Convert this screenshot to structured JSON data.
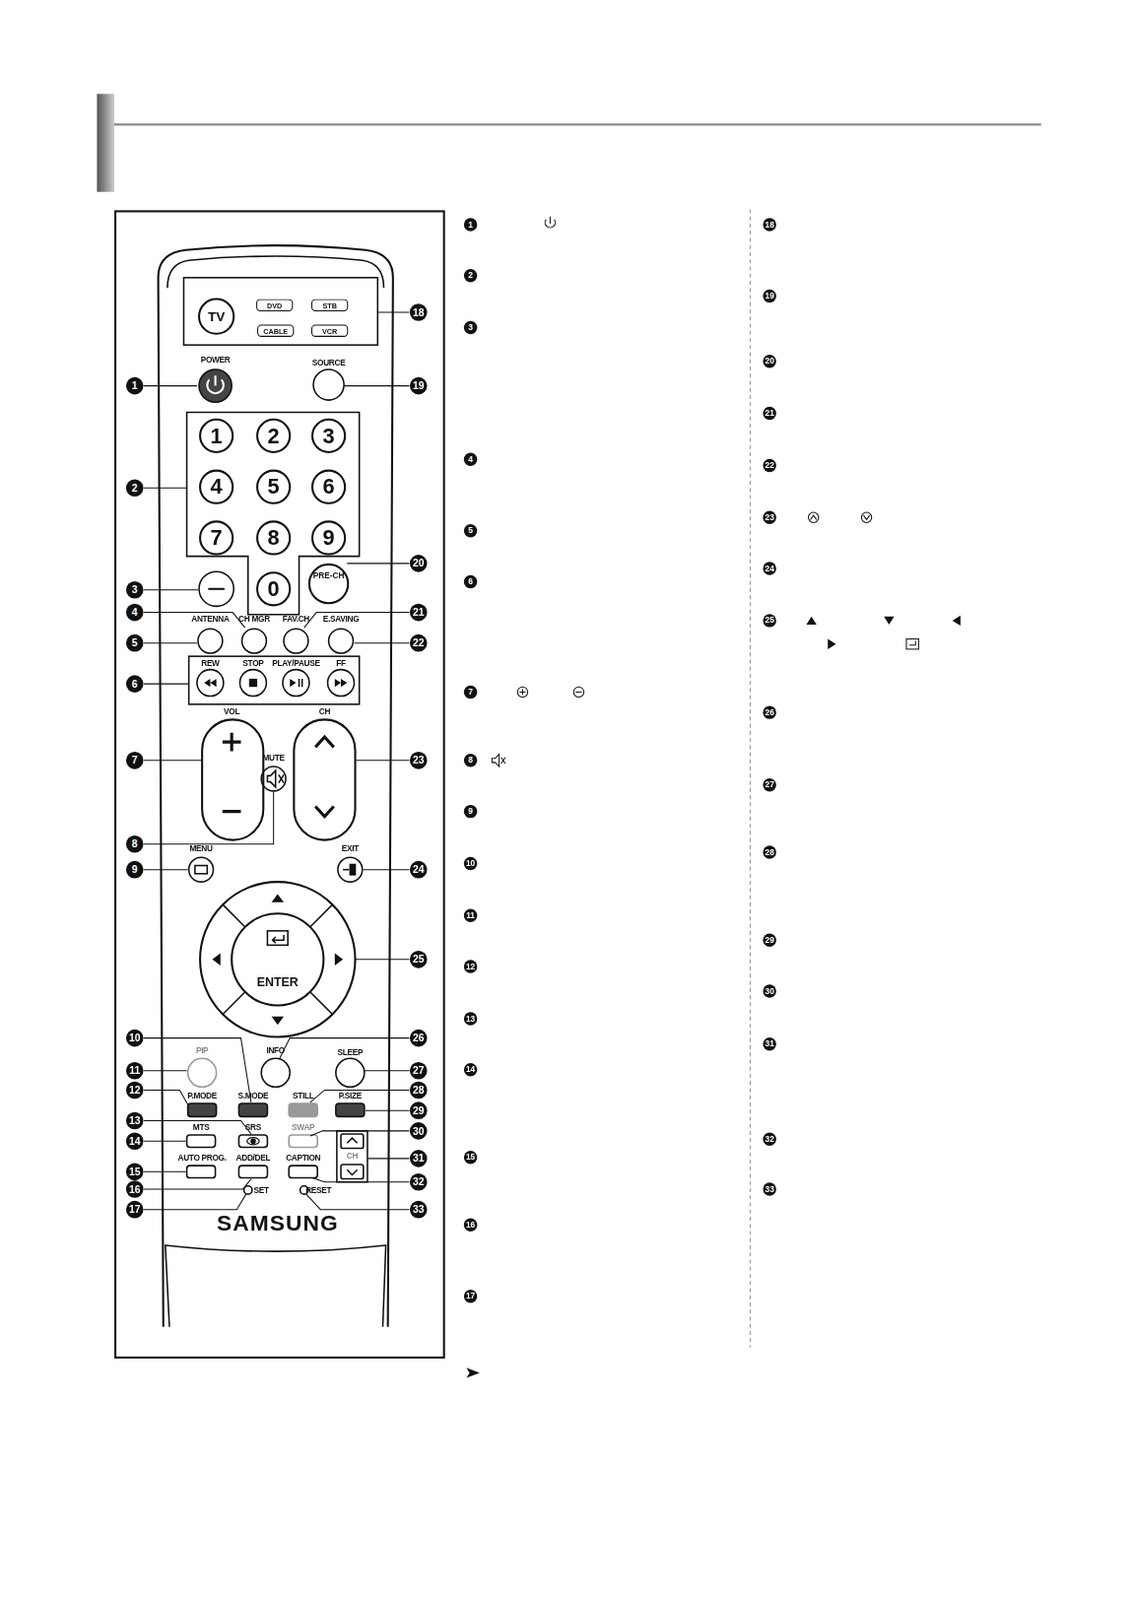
{
  "diagram": {
    "nodes": [
      {
        "text": [
          "TV"
        ]
      },
      {
        "text": [
          "DVD"
        ]
      },
      {
        "text": [
          "STB"
        ]
      },
      {
        "text": [
          "CABLE"
        ]
      },
      {
        "text": [
          "VCR"
        ]
      },
      {
        "text": [
          "1"
        ]
      },
      {
        "text": [
          "2"
        ]
      },
      {
        "text": [
          "3"
        ]
      },
      {
        "text": [
          "4"
        ]
      },
      {
        "text": [
          "5"
        ]
      },
      {
        "text": [
          "6"
        ]
      },
      {
        "text": [
          "7"
        ]
      },
      {
        "text": [
          "8"
        ]
      },
      {
        "text": [
          "9"
        ]
      },
      {
        "text": [
          "0"
        ]
      },
      {
        "text": [
          "PRE-CH"
        ]
      },
      {
        "text": [
          "ENTER"
        ]
      }
    ],
    "edges": [],
    "labels": [
      "POWER",
      "SOURCE",
      "ANTENNA",
      "CH MGR",
      "FAV.CH",
      "E.SAVING",
      "REW",
      "STOP",
      "PLAY/PAUSE",
      "FF",
      "VOL",
      "MUTE",
      "CH",
      "MENU",
      "EXIT",
      "PIP",
      "INFO",
      "SLEEP",
      "P.MODE",
      "S.MODE",
      "STILL",
      "P.SIZE",
      "MTS",
      "SRS",
      "SWAP",
      "AUTO PROG.",
      "ADD/DEL",
      "CAPTION",
      "CH",
      "SET",
      "RESET",
      "SAMSUNG",
      "1",
      "2",
      "3",
      "4",
      "5",
      "6",
      "7",
      "8",
      "9",
      "10",
      "11",
      "12",
      "13",
      "14",
      "15",
      "16",
      "17",
      "18",
      "19",
      "20",
      "21",
      "22",
      "23",
      "24",
      "25",
      "26",
      "27",
      "28",
      "29",
      "30",
      "31",
      "32",
      "33",
      "1",
      "2",
      "3",
      "4",
      "5",
      "6",
      "7",
      "8",
      "9",
      "10",
      "11",
      "12",
      "13",
      "14",
      "15",
      "16",
      "17",
      "18",
      "19",
      "20",
      "21",
      "22",
      "23",
      "24",
      "25",
      "26",
      "27",
      "28",
      "29",
      "30",
      "31",
      "32",
      "33"
    ]
  }
}
